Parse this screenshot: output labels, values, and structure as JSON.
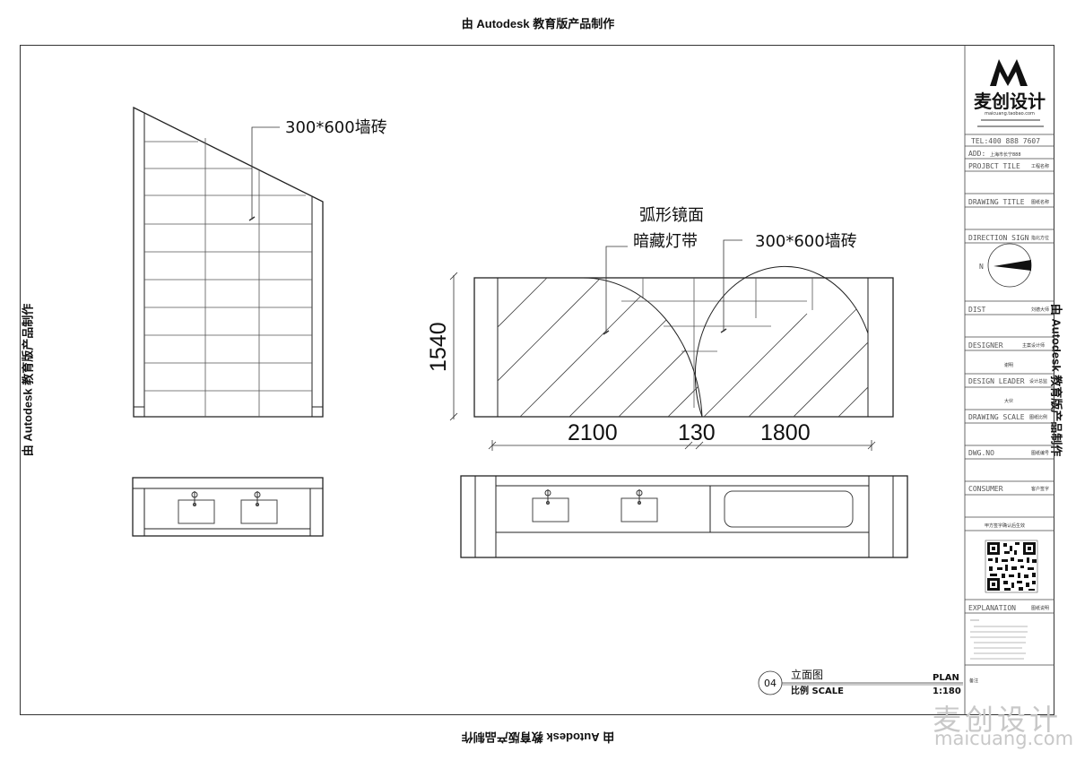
{
  "stamps": {
    "edu_text": "由 Autodesk 教育版产品制作"
  },
  "left_elevation": {
    "label": "300*600墙砖"
  },
  "right_elevation": {
    "label_mirror_line1": "弧形镜面",
    "label_mirror_line2": "暗藏灯带",
    "label_tile": "300*600墙砖",
    "height_dim": "1540",
    "width_dims": [
      "2100",
      "130",
      "1800"
    ]
  },
  "drawing_label": {
    "number": "04",
    "title": "立面图",
    "type": "PLAN",
    "scale_label": "比例 SCALE",
    "scale_value": "1:180"
  },
  "title_block": {
    "brand": "麦创设计",
    "brand_url": "maicuang.taobao.com",
    "tel": "TEL:400 888 7607",
    "add": "ADD:",
    "add_value": "上海市长宁888",
    "project_title": "PROJBCT TILE",
    "project_title_value": "工程名称",
    "drawing_title": "DRAWING TITLE",
    "drawing_title_value": "图纸名称",
    "direction_sign": "DIRECTION SIGN",
    "direction_sign_value": "指北方位",
    "north": "N",
    "dist": "DIST",
    "dist_value": "刘德大师",
    "designer": "DESIGNER",
    "designer_value": "主案设计师",
    "designer_name": "谢明",
    "design_leader": "DESIGN LEADER",
    "design_leader_value": "设计总监",
    "design_leader_name": "大伙",
    "drawing_scale": "DRAWING SCALE",
    "drawing_scale_value": "图纸比例",
    "dwg_no": "DWG.NO",
    "dwg_no_value": "图纸编号",
    "consumer": "CONSUMER",
    "consumer_value": "客户签字",
    "consumer_note": "甲方签字确认后生效",
    "explanation": "EXPLANATION",
    "explanation_value": "图纸说明",
    "note_label": "备注"
  },
  "watermark": {
    "brand": "麦创设计",
    "url": "maicuang.com"
  }
}
